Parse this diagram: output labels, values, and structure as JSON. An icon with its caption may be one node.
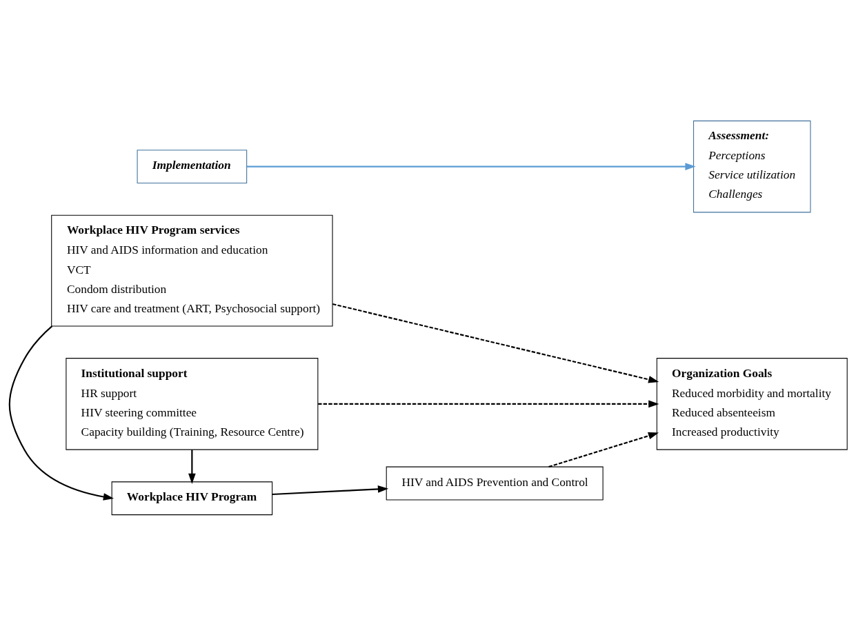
{
  "diagram": {
    "nodes": [
      {
        "text": [
          "Workplace HIV Program services",
          "HIV and AIDS information and education",
          "VCT",
          "Condom distribution",
          "HIV care and treatment (ART, Psychosocial support)"
        ]
      },
      {
        "text": [
          "Workplace HIV Program"
        ]
      },
      {
        "text": [
          "Institutional support",
          "HR support",
          "HIV steering committee",
          "Capacity building (Training, Resource Centre)"
        ]
      },
      {
        "text": [
          "HIV and AIDS Prevention and Control"
        ]
      },
      {
        "text": [
          "Organization Goals",
          "Reduced morbidity and mortality",
          "Reduced absenteeism",
          "Increased productivity"
        ]
      },
      {
        "text": [
          "Implementation"
        ]
      },
      {
        "text": [
          "Assessment:",
          "Perceptions",
          "Service utilization",
          "Challenges"
        ]
      }
    ],
    "edges": [
      {
        "from": 0,
        "to": 1,
        "arrow": "to"
      },
      {
        "from": 2,
        "to": 1,
        "arrow": "to"
      },
      {
        "from": 1,
        "to": 3,
        "arrow": "to"
      },
      {
        "from": 0,
        "to": 4,
        "arrow": "to",
        "style": "dashed"
      },
      {
        "from": 3,
        "to": 4,
        "arrow": "to",
        "style": "dashed"
      },
      {
        "from": 2,
        "to": 4,
        "arrow": "to",
        "style": "dashed"
      },
      {
        "from": 5,
        "to": 6,
        "arrow": "to",
        "color": "#5b9bd5"
      }
    ]
  }
}
